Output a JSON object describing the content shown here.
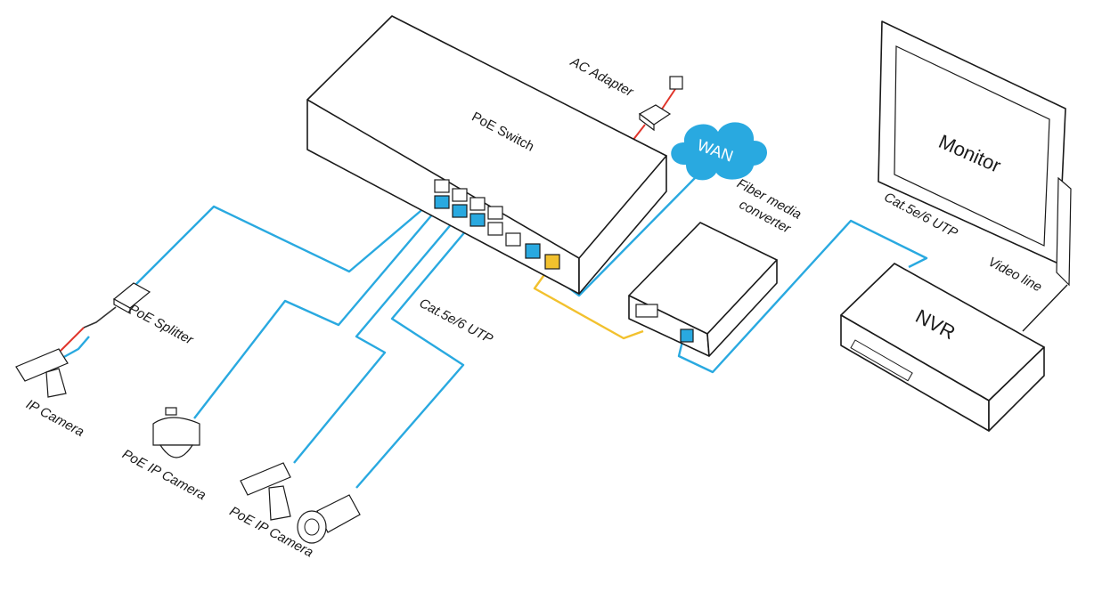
{
  "labels": {
    "poe_switch": "PoE Switch",
    "ac_adapter": "AC Adapter",
    "wan": "WAN",
    "fiber_converter_line1": "Fiber media",
    "fiber_converter_line2": "converter",
    "monitor": "Monitor",
    "nvr": "NVR",
    "video_line": "Video line",
    "cable_right": "Cat.5e/6 UTP",
    "cable_center": "Cat.5e/6 UTP",
    "poe_splitter": "PoE Splitter",
    "ip_camera": "IP Camera",
    "poe_ip_camera_dome": "PoE IP Camera",
    "poe_ip_camera_box": "PoE IP Camera"
  },
  "colors": {
    "ethernet_cable": "#29a9e0",
    "fiber_cable": "#f2c12e",
    "power_cable": "#e0352b",
    "wan_cloud": "#29a9e0",
    "outline": "#1a1a1a"
  }
}
